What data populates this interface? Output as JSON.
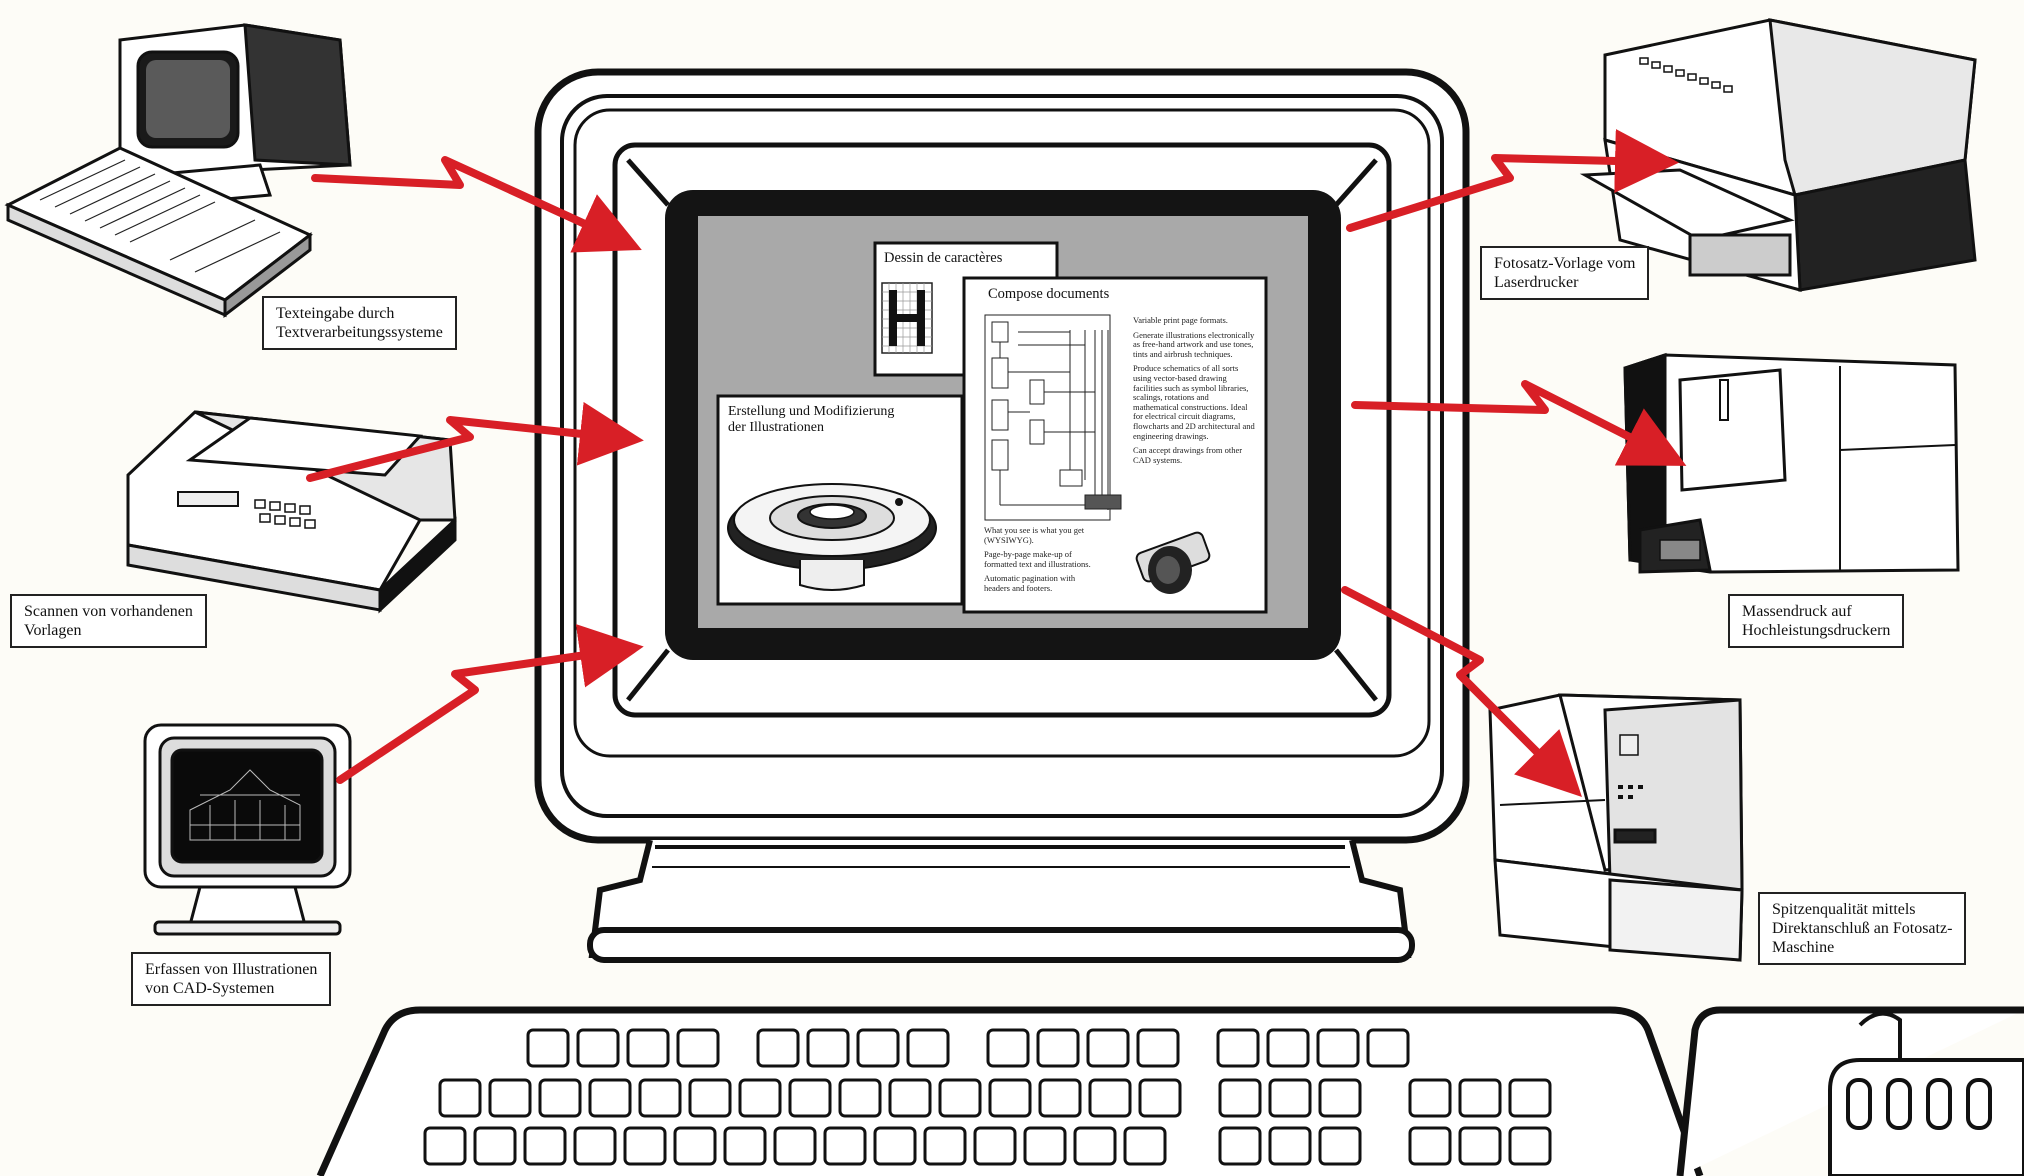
{
  "colors": {
    "arrow": "#d81f26",
    "ink": "#111111",
    "screen_bg": "#a9a9a9",
    "paper": "#fdfcf7"
  },
  "labels": {
    "text_input": [
      "Texteingabe durch",
      "Textverarbeitungssysteme"
    ],
    "scanning": [
      "Scannen von vorhandenen",
      "Vorlagen"
    ],
    "cad": [
      "Erfassen von Illustrationen",
      "von CAD-Systemen"
    ],
    "laser": [
      "Fotosatz-Vorlage vom",
      "Laserdrucker"
    ],
    "mass_print": [
      "Massendruck auf",
      "Hochleistungsdruckern"
    ],
    "phototypesetter": [
      "Spitzenqualität mittels",
      "Direktanschluß an Fotosatz-",
      "Maschine"
    ]
  },
  "screen": {
    "char_window_title": "Dessin de caractères",
    "compose_title": "Compose documents",
    "illustration_title": [
      "Erstellung und Modifizierung",
      "der Illustrationen"
    ],
    "compose_bullets": [
      "Variable print page formats.",
      "Generate illustrations electronically as free-hand artwork and use tones, tints and airbrush techniques.",
      "Produce schematics of all sorts using vector-based drawing facilities such as symbol libraries, scalings, rotations and mathematical constructions. Ideal for electrical circuit diagrams, flowcharts and 2D architectural and engineering drawings.",
      "Can accept drawings from other CAD systems."
    ],
    "compose_bullets_left": [
      "What you see is what you get (WYSIWYG).",
      "Page-by-page make-up of formatted text and illustrations.",
      "Automatic pagination with headers and footers."
    ]
  }
}
